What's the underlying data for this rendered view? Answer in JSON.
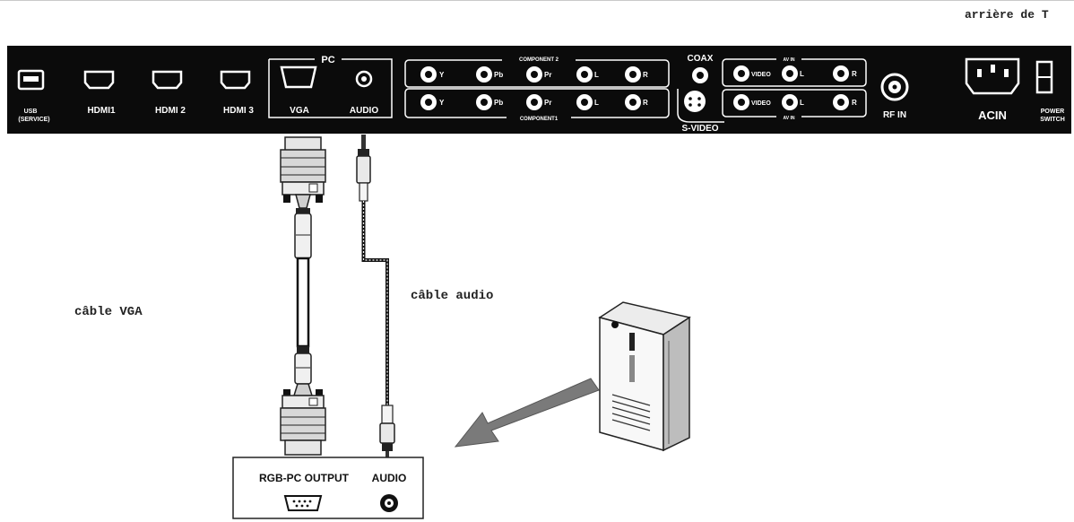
{
  "corner_note": "arrière de T",
  "panel": {
    "usb": {
      "line1": "USB",
      "line2": "(SERVICE)"
    },
    "hdmi": [
      "HDMI1",
      "HDMI 2",
      "HDMI 3"
    ],
    "pc_group": "PC",
    "vga": "VGA",
    "audio": "AUDIO",
    "component2": "COMPONENT 2",
    "component1": "COMPONENT1",
    "comp_jacks": [
      "Y",
      "Pb",
      "Pr",
      "L",
      "R"
    ],
    "coax": "COAX",
    "svideo": "S-VIDEO",
    "av_jacks": [
      "VIDEO",
      "L",
      "R"
    ],
    "av_top": "AV IN",
    "av_bottom": "AV IN",
    "rf_in": "RF IN",
    "ac_in": "ACIN",
    "power_switch": {
      "line1": "POWER",
      "line2": "SWITCH"
    }
  },
  "cables": {
    "vga_label": "câble VGA",
    "audio_label": "câble audio"
  },
  "pc_box": {
    "rgb_output": "RGB-PC OUTPUT",
    "audio": "AUDIO"
  },
  "icons": [
    "vga-connector-icon",
    "audio-plug-icon",
    "computer-tower-icon",
    "arrow-icon"
  ]
}
